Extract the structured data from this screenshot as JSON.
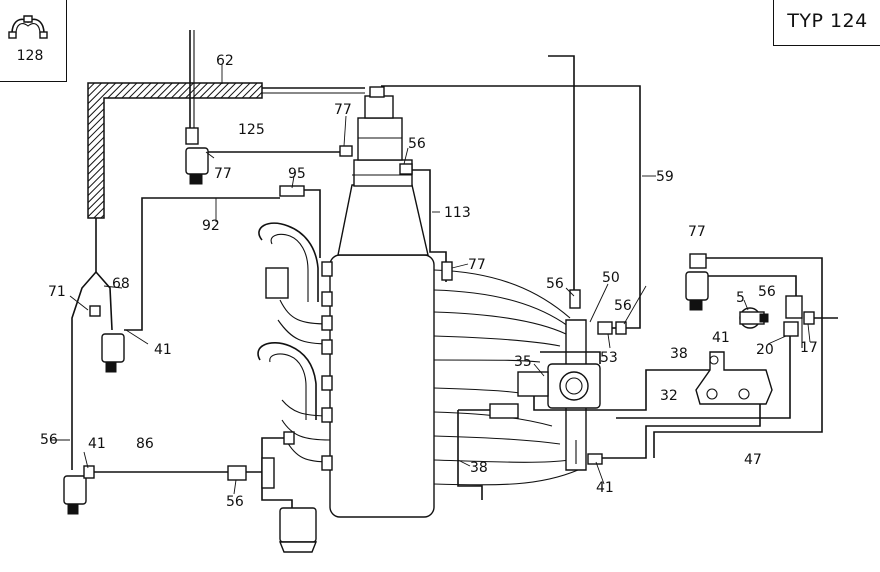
{
  "header": {
    "type_label": "TYP 124"
  },
  "inset": {
    "part_number": "128",
    "icon": "hose-clamp-icon"
  },
  "callouts": [
    {
      "id": "c62",
      "text": "62"
    },
    {
      "id": "c125",
      "text": "125"
    },
    {
      "id": "c77a",
      "text": "77"
    },
    {
      "id": "c77b",
      "text": "77"
    },
    {
      "id": "c56a",
      "text": "56"
    },
    {
      "id": "c59",
      "text": "59"
    },
    {
      "id": "c95",
      "text": "95"
    },
    {
      "id": "c92",
      "text": "92"
    },
    {
      "id": "c113",
      "text": "113"
    },
    {
      "id": "c77c",
      "text": "77"
    },
    {
      "id": "c77d",
      "text": "77"
    },
    {
      "id": "c68",
      "text": "68"
    },
    {
      "id": "c71",
      "text": "71"
    },
    {
      "id": "c41a",
      "text": "41"
    },
    {
      "id": "c56b",
      "text": "56"
    },
    {
      "id": "c50",
      "text": "50"
    },
    {
      "id": "c56c",
      "text": "56"
    },
    {
      "id": "c5",
      "text": "5"
    },
    {
      "id": "c56d",
      "text": "56"
    },
    {
      "id": "c41b",
      "text": "41"
    },
    {
      "id": "c53",
      "text": "53"
    },
    {
      "id": "c35",
      "text": "35"
    },
    {
      "id": "c38a",
      "text": "38"
    },
    {
      "id": "c20",
      "text": "20"
    },
    {
      "id": "c17",
      "text": "17"
    },
    {
      "id": "c32",
      "text": "32"
    },
    {
      "id": "c56e",
      "text": "56"
    },
    {
      "id": "c41c",
      "text": "41"
    },
    {
      "id": "c86",
      "text": "86"
    },
    {
      "id": "c47",
      "text": "47"
    },
    {
      "id": "c38b",
      "text": "38"
    },
    {
      "id": "c41d",
      "text": "41"
    },
    {
      "id": "c56f",
      "text": "56"
    }
  ]
}
